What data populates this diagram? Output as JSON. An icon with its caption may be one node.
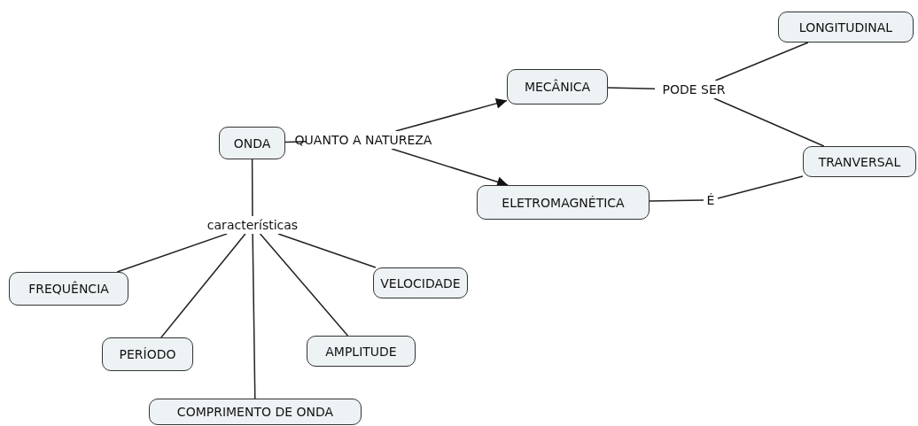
{
  "diagram": {
    "nodes": [
      {
        "text": [
          "ONDA"
        ]
      },
      {
        "text": [
          "QUANTO A NATUREZA"
        ]
      },
      {
        "text": [
          "MECÂNICA"
        ]
      },
      {
        "text": [
          "ELETROMAGNÉTICA"
        ]
      },
      {
        "text": [
          "PODE SER"
        ]
      },
      {
        "text": [
          "LONGITUDINAL"
        ]
      },
      {
        "text": [
          "TRANVERSAL"
        ]
      },
      {
        "text": [
          "É"
        ]
      },
      {
        "text": [
          "características"
        ]
      },
      {
        "text": [
          "FREQUÊNCIA"
        ]
      },
      {
        "text": [
          "PERÍODO"
        ]
      },
      {
        "text": [
          "COMPRIMENTO DE ONDA"
        ]
      },
      {
        "text": [
          "AMPLITUDE"
        ]
      },
      {
        "text": [
          "VELOCIDADE"
        ]
      }
    ],
    "edges": [
      {
        "from": 0,
        "to": 1,
        "arrow": "none"
      },
      {
        "from": 1,
        "to": 2,
        "arrow": "to"
      },
      {
        "from": 1,
        "to": 3,
        "arrow": "to"
      },
      {
        "from": 2,
        "to": 4,
        "arrow": "none"
      },
      {
        "from": 4,
        "to": 5,
        "arrow": "none"
      },
      {
        "from": 4,
        "to": 6,
        "arrow": "none"
      },
      {
        "from": 3,
        "to": 7,
        "arrow": "none"
      },
      {
        "from": 7,
        "to": 6,
        "arrow": "none"
      },
      {
        "from": 0,
        "to": 8,
        "arrow": "none"
      },
      {
        "from": 8,
        "to": 9,
        "arrow": "none"
      },
      {
        "from": 8,
        "to": 10,
        "arrow": "none"
      },
      {
        "from": 8,
        "to": 11,
        "arrow": "none"
      },
      {
        "from": 8,
        "to": 12,
        "arrow": "none"
      },
      {
        "from": 8,
        "to": 13,
        "arrow": "none"
      }
    ]
  }
}
